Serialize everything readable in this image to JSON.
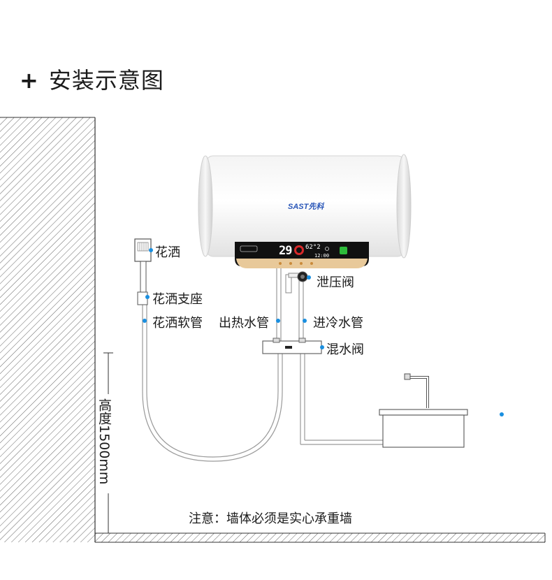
{
  "title": {
    "prefix": "+",
    "text": "安装示意图"
  },
  "heater": {
    "brand": "SAST先科",
    "display_temp": "29",
    "display_temp_small": "62°2",
    "display_time": "12:00"
  },
  "labels": {
    "shower_head": "花洒",
    "shower_holder": "花洒支座",
    "shower_hose": "花洒软管",
    "hot_water_pipe": "出热水管",
    "cold_water_pipe": "进冷水管",
    "relief_valve": "泄压阀",
    "mixing_valve": "混水阀"
  },
  "height_label": "高度1500mm",
  "note": "注意：墙体必须是实心承重墙",
  "colors": {
    "dot": "#1a8fe0",
    "pipe": "#9a9a9a",
    "hatch": "#555555",
    "panel": "#111111",
    "panel_base": "#e6c79a"
  }
}
